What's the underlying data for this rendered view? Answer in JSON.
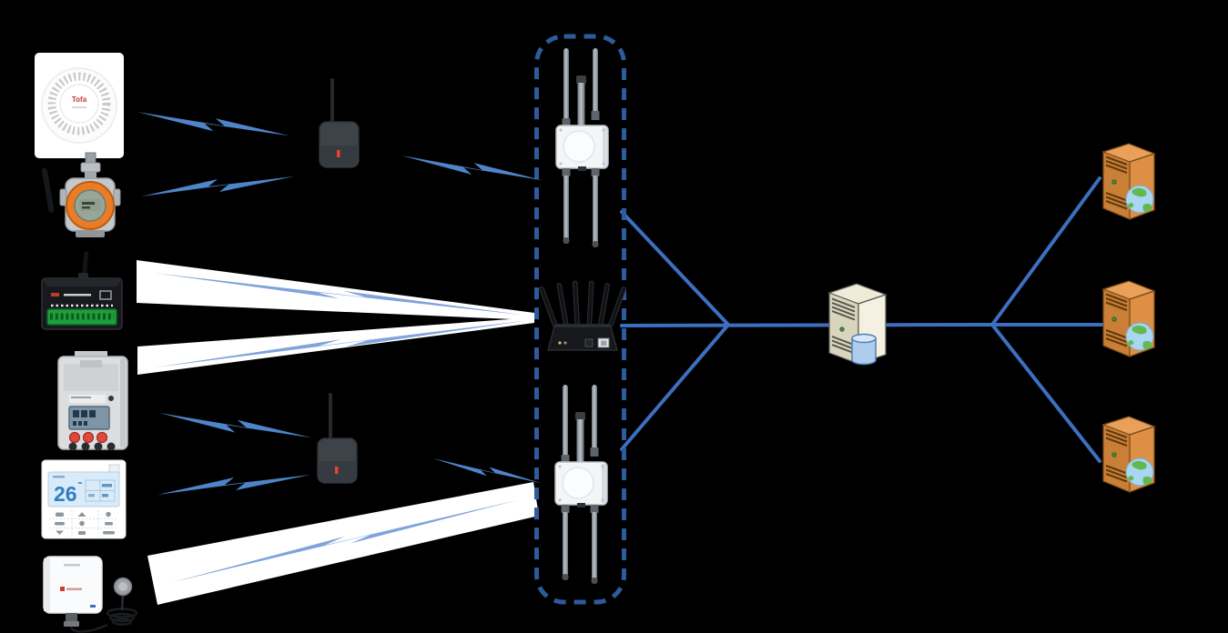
{
  "title": "IoT wireless sensor network architecture diagram",
  "colors": {
    "background": "#000000",
    "lightning_bolt": "#4E84C8",
    "beam_fill": "#FFFFFF",
    "beam_bolt": "#7FA3DA",
    "link_line": "#3D6FC1",
    "gateway_zone_border": "#2E5B9E",
    "database_server_body": "#E9E5D2",
    "app_server_body": "#D2853E",
    "database_cylinder": "#AECDEC",
    "globe": "#63B84F"
  },
  "devices": {
    "smoke_detector": {
      "name": "wireless smoke detector",
      "brand": "Tofa"
    },
    "pressure_transmitter": {
      "name": "wireless pressure transmitter"
    },
    "rtu_module": {
      "name": "wireless RTU module with antenna and terminal block"
    },
    "energy_meter": {
      "name": "DIN-rail energy meter"
    },
    "thermostat": {
      "name": "AC thermostat panel",
      "lcd_value": "26"
    },
    "ambient_sensor": {
      "name": "wall sensor transmitter with external probe"
    }
  },
  "gateways": {
    "repeater_upper": {
      "name": "wireless repeater dongle"
    },
    "repeater_lower": {
      "name": "wireless repeater dongle"
    },
    "outdoor_ap_top": {
      "name": "outdoor wireless base station"
    },
    "router": {
      "name": "industrial wireless router"
    },
    "outdoor_ap_bottom": {
      "name": "outdoor wireless base station"
    },
    "zone": {
      "name": "gateway cluster (dashed boundary)"
    }
  },
  "servers": {
    "database_server": {
      "name": "data server with database"
    },
    "app_servers": [
      {
        "name": "application server 1"
      },
      {
        "name": "application server 2"
      },
      {
        "name": "application server 3"
      }
    ]
  },
  "links": {
    "wireless": [
      [
        "smoke_detector",
        "repeater_upper"
      ],
      [
        "pressure_transmitter",
        "repeater_upper"
      ],
      [
        "repeater_upper",
        "outdoor_ap_top"
      ],
      [
        "rtu_module",
        "router"
      ],
      [
        "energy_meter",
        "router"
      ],
      [
        "energy_meter",
        "repeater_lower"
      ],
      [
        "thermostat",
        "repeater_lower"
      ],
      [
        "repeater_lower",
        "outdoor_ap_bottom"
      ],
      [
        "ambient_sensor",
        "outdoor_ap_bottom"
      ]
    ],
    "wired": [
      [
        "outdoor_ap_top",
        "database_server"
      ],
      [
        "router",
        "database_server"
      ],
      [
        "outdoor_ap_bottom",
        "database_server"
      ],
      [
        "database_server",
        "app_server_1"
      ],
      [
        "database_server",
        "app_server_2"
      ],
      [
        "database_server",
        "app_server_3"
      ]
    ]
  }
}
